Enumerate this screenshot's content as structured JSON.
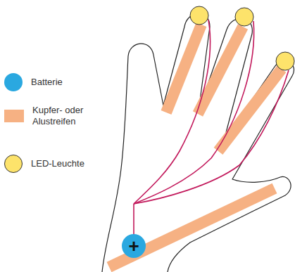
{
  "diagram": {
    "nodes": [
      {
        "text": [
          "+"
        ]
      }
    ],
    "legend": [
      {
        "text": "Batterie",
        "color": "#2aa8e0"
      },
      {
        "text": "Kupfer- oder Alustreifen",
        "color": "#f6b183"
      },
      {
        "text": "LED-Leuchte",
        "color": "#fde36b"
      }
    ]
  }
}
